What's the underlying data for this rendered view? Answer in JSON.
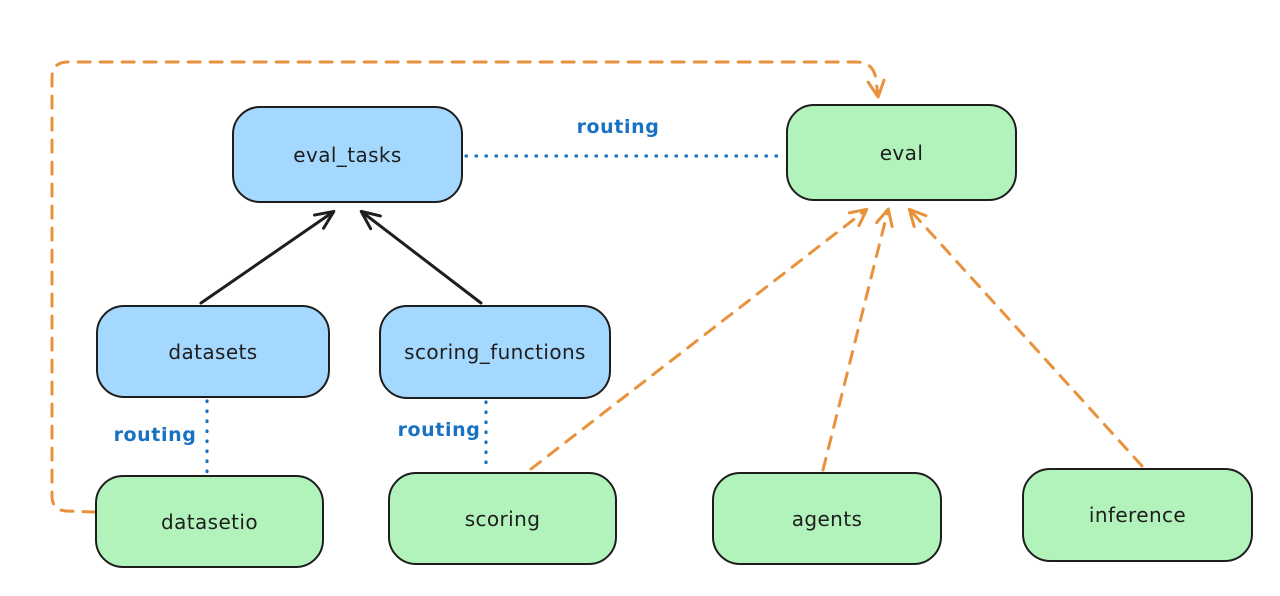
{
  "diagram": {
    "nodes": {
      "eval_tasks": {
        "label": "eval_tasks",
        "fill": "#a5d8ff"
      },
      "eval": {
        "label": "eval",
        "fill": "#b2f2bb"
      },
      "datasets": {
        "label": "datasets",
        "fill": "#a5d8ff"
      },
      "scoring_functions": {
        "label": "scoring_functions",
        "fill": "#a5d8ff"
      },
      "datasetio": {
        "label": "datasetio",
        "fill": "#b2f2bb"
      },
      "scoring": {
        "label": "scoring",
        "fill": "#b2f2bb"
      },
      "agents": {
        "label": "agents",
        "fill": "#b2f2bb"
      },
      "inference": {
        "label": "inference",
        "fill": "#b2f2bb"
      }
    },
    "edges": [
      {
        "from": "datasets",
        "to": "eval_tasks",
        "style": "solid-arrow",
        "color": "#1e1e1e",
        "label": ""
      },
      {
        "from": "scoring_functions",
        "to": "eval_tasks",
        "style": "solid-arrow",
        "color": "#1e1e1e",
        "label": ""
      },
      {
        "from": "eval_tasks",
        "to": "eval",
        "style": "dotted",
        "color": "#1971c2",
        "label": "routing"
      },
      {
        "from": "datasets",
        "to": "datasetio",
        "style": "dotted",
        "color": "#1971c2",
        "label": "routing"
      },
      {
        "from": "scoring_functions",
        "to": "scoring",
        "style": "dotted",
        "color": "#1971c2",
        "label": "routing"
      },
      {
        "from": "datasetio",
        "to": "eval",
        "style": "dashed-arrow",
        "color": "#e8923c",
        "label": ""
      },
      {
        "from": "scoring",
        "to": "eval",
        "style": "dashed-arrow",
        "color": "#e8923c",
        "label": ""
      },
      {
        "from": "agents",
        "to": "eval",
        "style": "dashed-arrow",
        "color": "#e8923c",
        "label": ""
      },
      {
        "from": "inference",
        "to": "eval",
        "style": "dashed-arrow",
        "color": "#e8923c",
        "label": ""
      }
    ],
    "colors": {
      "background": "#ffffff",
      "node_stroke": "#1e1e1e",
      "blue_node_fill": "#a5d8ff",
      "green_node_fill": "#b2f2bb",
      "routing_blue": "#1971c2",
      "dashed_orange": "#e8923c",
      "solid_arrow_black": "#1e1e1e"
    }
  }
}
